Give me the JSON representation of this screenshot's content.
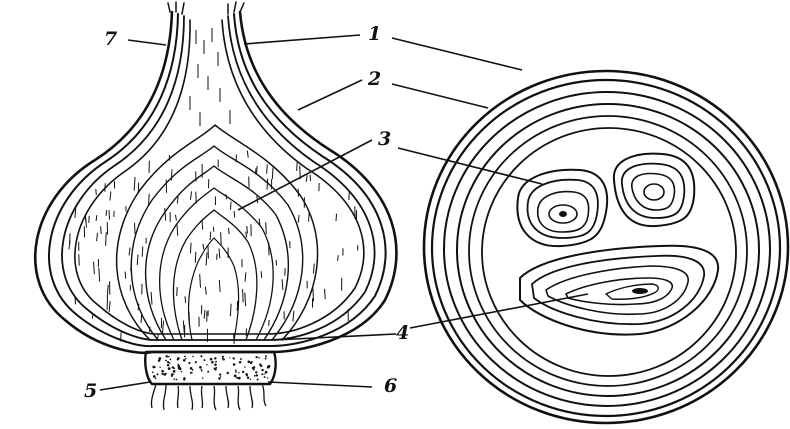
{
  "figure": {
    "labels": {
      "l1": "1",
      "l2": "2",
      "l3": "3",
      "l4": "4",
      "l5": "5",
      "l6": "6",
      "l7": "7"
    },
    "ink_color": "#111111",
    "background": "#ffffff"
  }
}
